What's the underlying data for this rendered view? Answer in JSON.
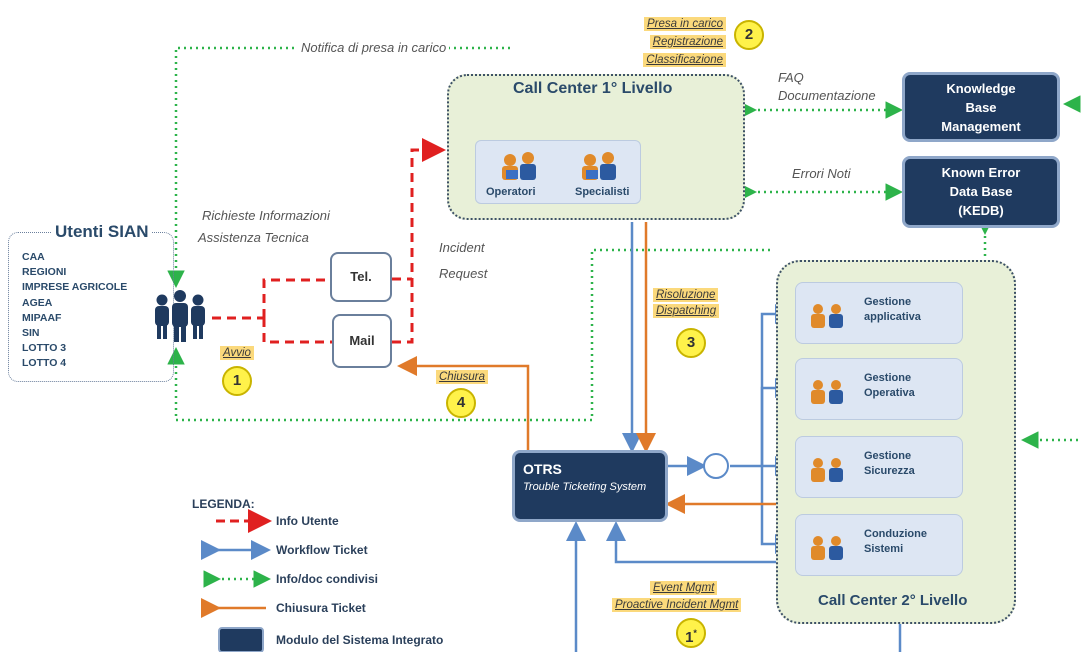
{
  "top_left": {
    "notification": "Notifica di presa in carico"
  },
  "step2_notes": [
    "Presa in carico",
    "Registrazione",
    "Classificazione"
  ],
  "steps": {
    "s1": "1",
    "s2": "2",
    "s3": "3",
    "s4": "4",
    "s1b": "1",
    "s1b_sup": "*"
  },
  "call_center_1": {
    "title": "Call Center 1° Livello",
    "operatori": "Operatori",
    "specialisti": "Specialisti"
  },
  "kb": {
    "faq": "FAQ",
    "documentazione": "Documentazione",
    "kbm_lines": [
      "Knowledge",
      "Base",
      "Management"
    ],
    "errori_noti": "Errori Noti",
    "kedb_lines": [
      "Known Error",
      "Data Base",
      "(KEDB)"
    ]
  },
  "utenti": {
    "title": "Utenti SIAN",
    "items": [
      "CAA",
      "REGIONI",
      "IMPRESE AGRICOLE",
      "AGEA",
      "MIPAAF",
      "SIN",
      "LOTTO 3",
      "LOTTO 4"
    ]
  },
  "richieste": [
    "Richieste Informazioni",
    "Assistenza Tecnica"
  ],
  "incident": [
    "Incident",
    "Request"
  ],
  "channels": {
    "tel": "Tel.",
    "mail": "Mail"
  },
  "labels": {
    "avvio": "Avvio",
    "chiusura": "Chiusura",
    "risoluzione": "Risoluzione",
    "dispatching": "Dispatching",
    "event_mgmt": "Event Mgmt",
    "proactive": "Proactive Incident Mgmt"
  },
  "otrs": {
    "title": "OTRS",
    "subtitle": "Trouble  Ticketing System"
  },
  "call_center_2": {
    "title": "Call Center 2° Livello",
    "services": [
      [
        "Gestione",
        "applicativa"
      ],
      [
        "Gestione",
        "Operativa"
      ],
      [
        "Gestione",
        "Sicurezza"
      ],
      [
        "Conduzione",
        "Sistemi"
      ]
    ]
  },
  "legend": {
    "title": "LEGENDA:",
    "items": [
      "Info Utente",
      "Workflow Ticket",
      "Info/doc condivisi",
      "Chiusura Ticket",
      "Modulo del Sistema Integrato"
    ]
  },
  "colors": {
    "red": "#e02020",
    "blue": "#5b8ac8",
    "green": "#2db34a",
    "orange": "#e07a2a",
    "navy": "#1f3a5f"
  }
}
